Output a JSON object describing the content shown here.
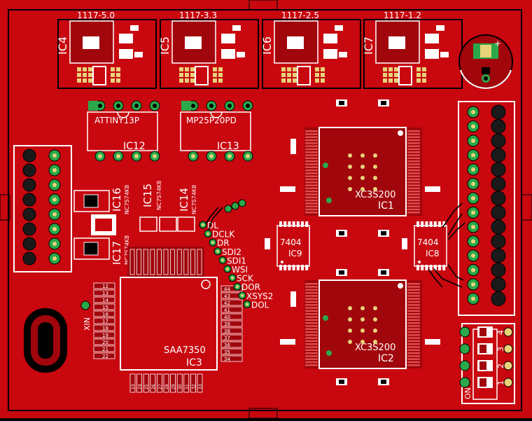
{
  "colors": {
    "board": "#c8070f",
    "copper": "#a0060c",
    "silk": "#ffffff",
    "pad": "#e8d27a",
    "via": "#2aa84a",
    "hole": "#000000",
    "outline": "#000000",
    "pin_dark": "#1a1a1a"
  },
  "regulators": [
    {
      "value": "1117-5.0",
      "ref": "IC4"
    },
    {
      "value": "1117-3.3",
      "ref": "IC5"
    },
    {
      "value": "1117-2.5",
      "ref": "IC6"
    },
    {
      "value": "1117-1.2",
      "ref": "IC7"
    }
  ],
  "dips": [
    {
      "value": "ATTINY13P",
      "ref": "IC12"
    },
    {
      "value": "MP25P20PD",
      "ref": "IC13"
    }
  ],
  "fpgas": [
    {
      "value": "XC3S200",
      "ref": "IC1"
    },
    {
      "value": "XC3S200",
      "ref": "IC2"
    }
  ],
  "logic": [
    {
      "value": "7404",
      "ref": "IC9"
    },
    {
      "value": "7404",
      "ref": "IC8"
    }
  ],
  "optos": [
    {
      "ref": "IC16",
      "value": "NC7S74K8"
    },
    {
      "ref": "IC17",
      "value": "NC7S74K8"
    },
    {
      "ref": "IC15",
      "value": "NC7S74K8"
    },
    {
      "ref": "IC14",
      "value": "NC7S74K8"
    }
  ],
  "codec": {
    "value": "SAA7350",
    "ref": "IC3",
    "pin_left": [
      "12",
      "13",
      "14",
      "15",
      "16",
      "17",
      "18",
      "19",
      "20",
      "21",
      "22"
    ],
    "pin_right": [
      "44",
      "43",
      "42",
      "41",
      "40",
      "39",
      "38",
      "37",
      "36",
      "35",
      "34"
    ],
    "pin_bottom": [
      "23",
      "24",
      "25",
      "26",
      "27",
      "28",
      "29",
      "30",
      "31",
      "32",
      "33"
    ]
  },
  "signals": [
    "DL",
    "DCLK",
    "DR",
    "SDI2",
    "SDI1",
    "WSI",
    "SCK",
    "DOR",
    "XSYS2",
    "DOL"
  ],
  "xin_label": "XIN",
  "dip_switch": {
    "label_on": "ON",
    "numbers": [
      "1",
      "2",
      "3",
      "4"
    ]
  }
}
